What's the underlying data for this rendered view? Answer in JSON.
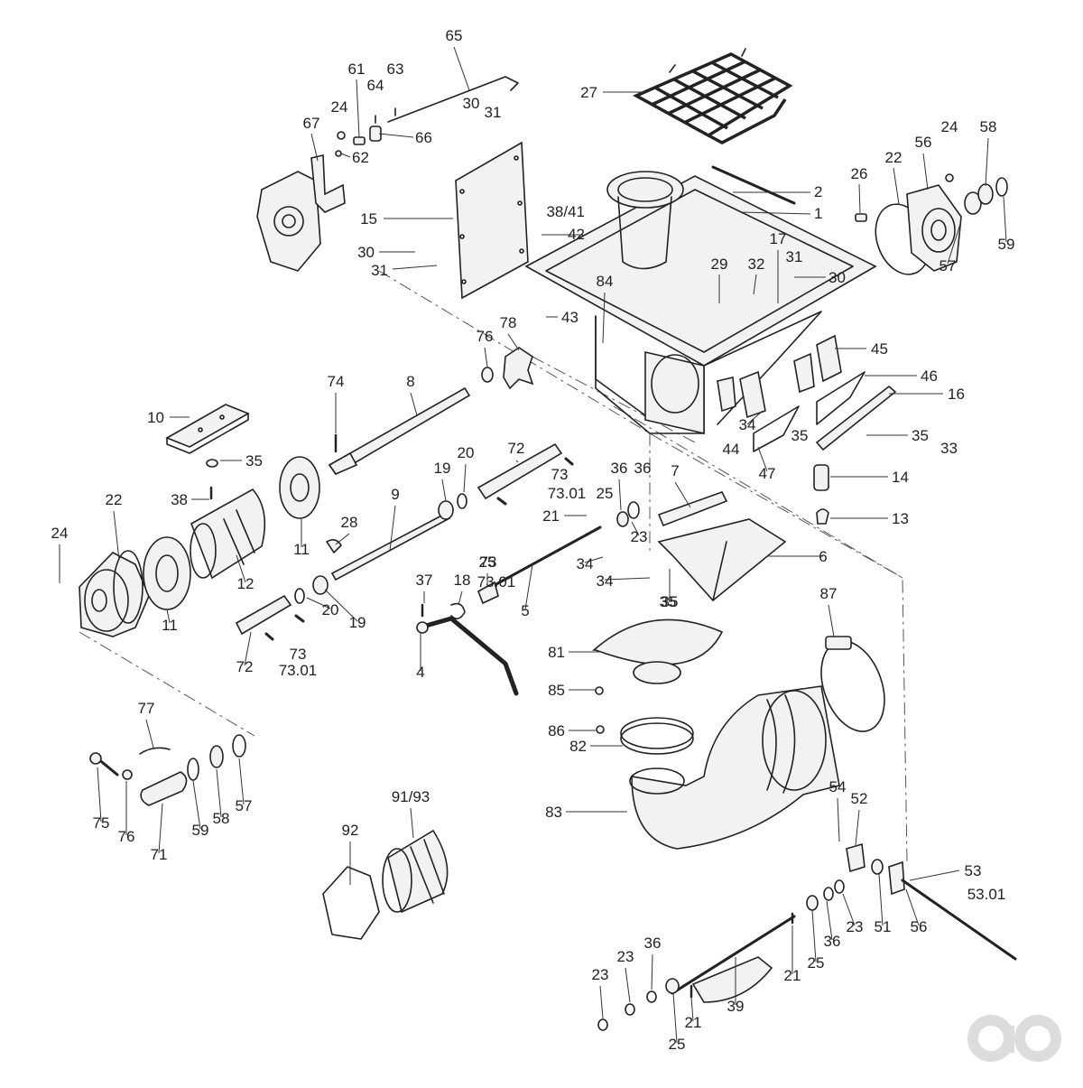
{
  "callouts": [
    "65",
    "61",
    "63",
    "64",
    "24",
    "30",
    "31",
    "66",
    "67",
    "62",
    "27",
    "15",
    "38/41",
    "42",
    "30",
    "31",
    "2",
    "1",
    "26",
    "22",
    "56",
    "24",
    "58",
    "59",
    "57",
    "17",
    "31",
    "29",
    "32",
    "30",
    "84",
    "43",
    "78",
    "76",
    "74",
    "8",
    "45",
    "46",
    "16",
    "10",
    "35",
    "72",
    "19",
    "20",
    "73",
    "73.01",
    "36",
    "34",
    "44",
    "35",
    "35",
    "33",
    "47",
    "14",
    "13",
    "9",
    "25",
    "21",
    "23",
    "7",
    "6",
    "36",
    "22",
    "24",
    "38",
    "28",
    "12",
    "11",
    "11",
    "20",
    "19",
    "73",
    "73.01",
    "37",
    "18",
    "25",
    "5",
    "35",
    "34",
    "34",
    "35",
    "72",
    "73",
    "73.01",
    "4",
    "81",
    "87",
    "85",
    "86",
    "82",
    "77",
    "75",
    "76",
    "71",
    "59",
    "58",
    "57",
    "83",
    "91/93",
    "92",
    "54",
    "52",
    "53",
    "53.01",
    "51",
    "56",
    "23",
    "36",
    "25",
    "21",
    "39",
    "23",
    "23",
    "36",
    "25",
    "21"
  ],
  "logo_text": "ao"
}
